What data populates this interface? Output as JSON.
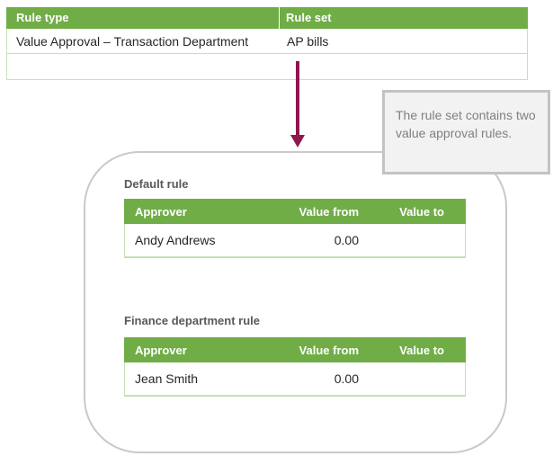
{
  "colors": {
    "header_green": "#70AD47",
    "table_border_green": "#C6E0B4",
    "arrow_maroon": "#8E174E",
    "container_border_gray": "#C9C9C9",
    "callout_bg": "#F2F2F2",
    "callout_border": "#C3C3C3",
    "callout_text_gray": "#808080",
    "label_gray": "#595959",
    "body_text": "#262626"
  },
  "rule_type_table": {
    "headers": [
      "Rule type",
      "Rule set"
    ],
    "rows": [
      {
        "rule_type": "Value Approval – Transaction Department",
        "rule_set": "AP bills"
      },
      {
        "rule_type": "",
        "rule_set": ""
      }
    ]
  },
  "callout": {
    "text": "The rule set contains two value approval rules."
  },
  "rule_set_container": {
    "rules": [
      {
        "label": "Default rule",
        "headers": [
          "Approver",
          "Value from",
          "Value to"
        ],
        "rows": [
          {
            "approver": "Andy Andrews",
            "value_from": "0.00",
            "value_to": ""
          }
        ]
      },
      {
        "label": "Finance department rule",
        "headers": [
          "Approver",
          "Value from",
          "Value to"
        ],
        "rows": [
          {
            "approver": "Jean Smith",
            "value_from": "0.00",
            "value_to": ""
          }
        ]
      }
    ]
  }
}
